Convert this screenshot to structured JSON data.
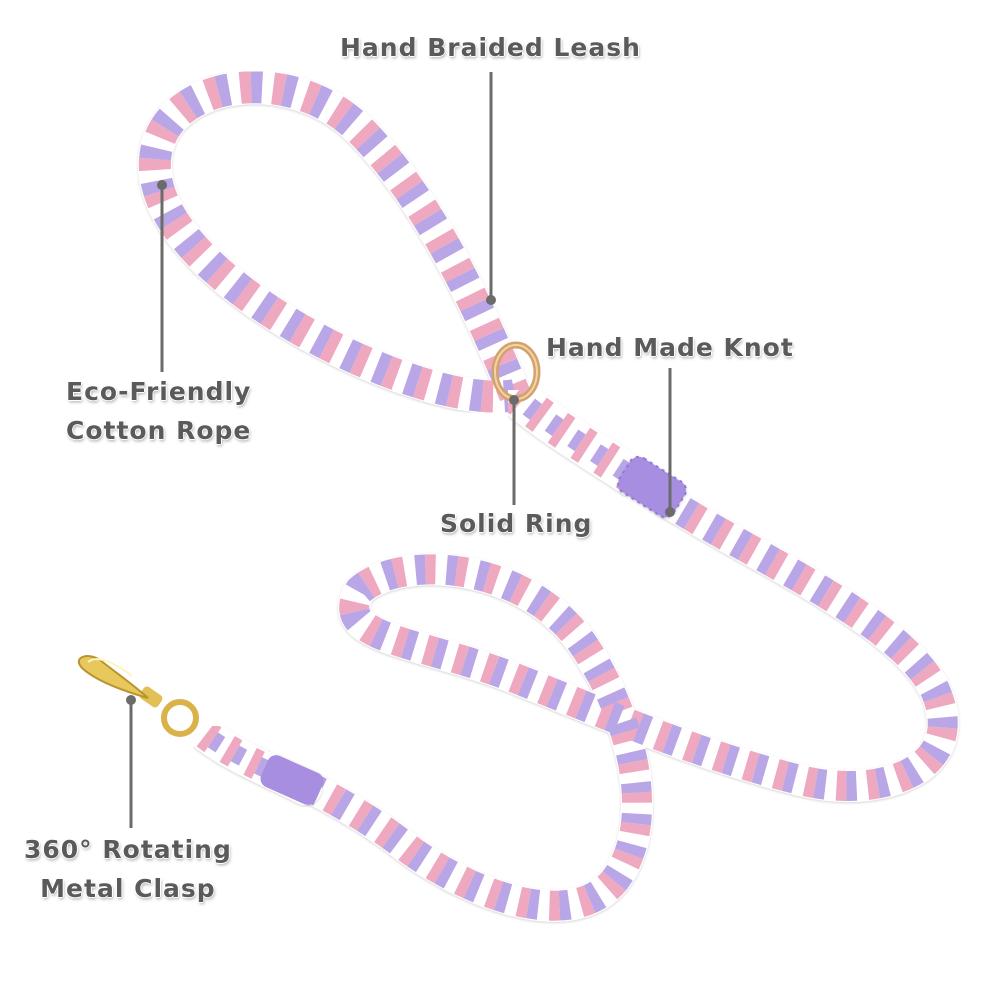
{
  "labels": {
    "braided": "Hand Braided Leash",
    "knot": "Hand Made Knot",
    "cotton_line1": "Eco-Friendly",
    "cotton_line2": "Cotton Rope",
    "ring": "Solid Ring",
    "clasp_line1": "360° Rotating",
    "clasp_line2": "Metal Clasp"
  },
  "colors": {
    "rope_pink": "#eea8bf",
    "rope_purple": "#b9a6e6",
    "rope_white": "#ffffff",
    "knot_purple": "#a88ee0",
    "ring_gold": "#d3a36b",
    "clasp_gold": "#e3c055",
    "label_text": "#5a5a5a",
    "callout_line": "#6b6b6b"
  }
}
